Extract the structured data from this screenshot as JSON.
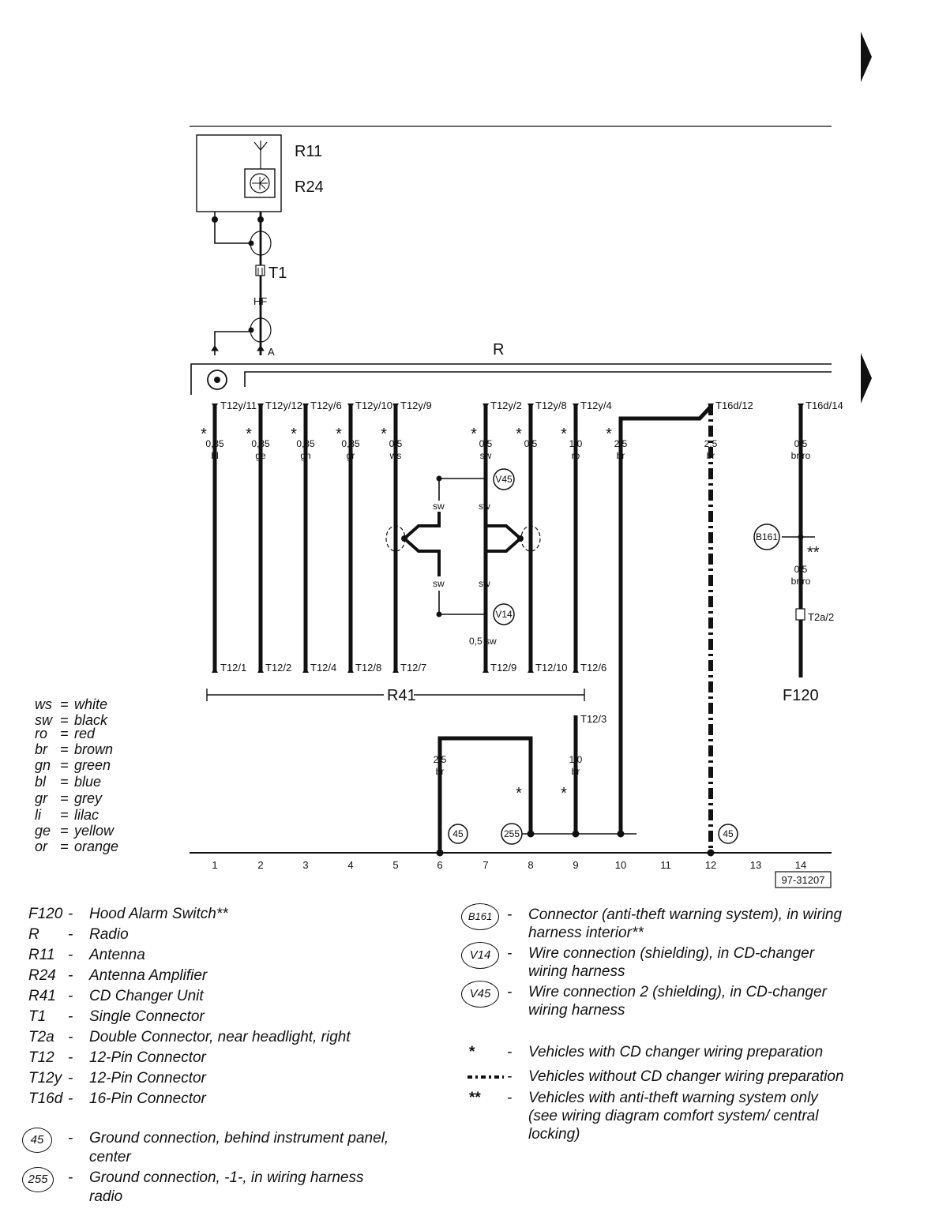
{
  "diagram": {
    "components": {
      "r11": "R11",
      "r24": "R24",
      "t1": "T1",
      "hf": "HF",
      "a": "A",
      "radio": "R",
      "r41": "R41",
      "f120": "F120",
      "t2a2": "T2a/2",
      "b161": "B161",
      "v45": "V45",
      "v14": "V14",
      "g45": "45",
      "g255": "255",
      "doc_number": "97-31207"
    },
    "top_pins": [
      {
        "pin": "T12y/11",
        "size": "0,35",
        "color": "bl"
      },
      {
        "pin": "T12y/12",
        "size": "0,35",
        "color": "ge"
      },
      {
        "pin": "T12y/6",
        "size": "0,35",
        "color": "gn"
      },
      {
        "pin": "T12y/10",
        "size": "0,35",
        "color": "gr"
      },
      {
        "pin": "T12y/9",
        "size": "0,5",
        "color": "ws"
      },
      {
        "pin": "T12y/2",
        "size": "0,5",
        "color": "sw"
      },
      {
        "pin": "T12y/8",
        "size": "0,5",
        "color": "li"
      },
      {
        "pin": "T12y/4",
        "size": "1,0",
        "color": "ro"
      },
      {
        "pin": "",
        "size": "2,5",
        "color": "br"
      },
      {
        "pin": "T16d/12",
        "size": "2,5",
        "color": "br"
      },
      {
        "pin": "T16d/14",
        "size": "0,5",
        "color": "br/ro"
      }
    ],
    "bottom_pins": [
      "T12/1",
      "T12/2",
      "T12/4",
      "T12/8",
      "T12/7",
      "T12/9",
      "T12/10",
      "T12/6",
      "T12/3"
    ],
    "shield_labels": {
      "sw": "sw",
      "v14_wire": "0,5 sw"
    },
    "b161_wire": {
      "size": "0,5",
      "color": "br/ro"
    },
    "ground_wires": {
      "w6": {
        "size": "2,5",
        "color": "br"
      },
      "w9": {
        "size": "1,0",
        "color": "br"
      }
    },
    "asterisk": "*",
    "double_asterisk": "**",
    "grid_numbers": [
      "1",
      "2",
      "3",
      "4",
      "5",
      "6",
      "7",
      "8",
      "9",
      "10",
      "11",
      "12",
      "13",
      "14"
    ]
  },
  "color_legend": [
    {
      "code": "ws",
      "name": "white"
    },
    {
      "code": "sw",
      "name": "black"
    },
    {
      "code": "ro",
      "name": "red"
    },
    {
      "code": "br",
      "name": "brown"
    },
    {
      "code": "gn",
      "name": "green"
    },
    {
      "code": "bl",
      "name": "blue"
    },
    {
      "code": "gr",
      "name": "grey"
    },
    {
      "code": "li",
      "name": "lilac"
    },
    {
      "code": "ge",
      "name": "yellow"
    },
    {
      "code": "or",
      "name": "orange"
    }
  ],
  "component_key": [
    {
      "code": "F120",
      "desc": "Hood Alarm Switch**"
    },
    {
      "code": "R",
      "desc": "Radio"
    },
    {
      "code": "R11",
      "desc": "Antenna"
    },
    {
      "code": "R24",
      "desc": "Antenna Amplifier"
    },
    {
      "code": "R41",
      "desc": "CD Changer Unit"
    },
    {
      "code": "T1",
      "desc": "Single Connector"
    },
    {
      "code": "T2a",
      "desc": "Double Connector, near headlight, right"
    },
    {
      "code": "T12",
      "desc": "12-Pin Connector"
    },
    {
      "code": "T12y",
      "desc": "12-Pin Connector"
    },
    {
      "code": "T16d",
      "desc": "16-Pin Connector"
    }
  ],
  "ground_key": [
    {
      "code": "45",
      "line1": "Ground connection, behind instrument panel,",
      "line2": "center"
    },
    {
      "code": "255",
      "line1": "Ground connection, -1-, in wiring harness",
      "line2": "radio"
    }
  ],
  "connection_key": [
    {
      "code": "B161",
      "line1": "Connector (anti-theft warning system), in wiring",
      "line2": "harness interior**"
    },
    {
      "code": "V14",
      "line1": "Wire connection (shielding), in CD-changer",
      "line2": "wiring harness"
    },
    {
      "code": "V45",
      "line1": "Wire connection 2 (shielding), in CD-changer",
      "line2": "wiring harness"
    }
  ],
  "symbol_key": [
    {
      "symbol": "*",
      "line1": "Vehicles with CD changer wiring preparation",
      "line2": ""
    },
    {
      "symbol": "",
      "line1": "Vehicles without CD changer wiring preparation",
      "line2": ""
    },
    {
      "symbol": "**",
      "line1": "Vehicles with anti-theft warning system only",
      "line2": "(see wiring diagram comfort system/ central",
      "line3": "locking)"
    }
  ],
  "dash": "-"
}
